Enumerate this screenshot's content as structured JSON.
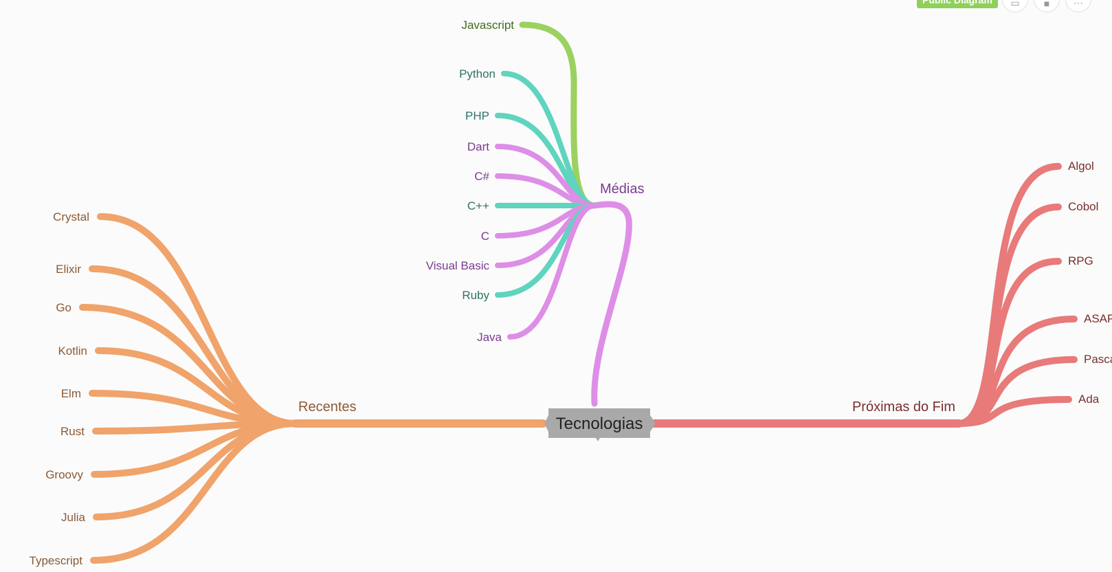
{
  "toolbar": {
    "public_label": "Public Diagram",
    "public_color": "#8fcf5a",
    "icons": [
      "presentation-icon",
      "save-icon",
      "more-icon"
    ]
  },
  "center": {
    "label": "Tecnologias",
    "color": "#a9a9a9"
  },
  "branches": [
    {
      "id": "medias",
      "label": "Médias",
      "label_color": "#7b3a8f",
      "colors": {
        "green": "#9bd160",
        "teal": "#5fd4be",
        "violet": "#dd8ee6"
      },
      "children": [
        {
          "label": "Javascript",
          "tone": "green",
          "text_color": "#3e6b1c"
        },
        {
          "label": "Python",
          "tone": "teal",
          "text_color": "#2e7266"
        },
        {
          "label": "PHP",
          "tone": "teal",
          "text_color": "#2e7266"
        },
        {
          "label": "Dart",
          "tone": "violet",
          "text_color": "#7b3a8f"
        },
        {
          "label": "C#",
          "tone": "violet",
          "text_color": "#7b3a8f"
        },
        {
          "label": "C++",
          "tone": "teal",
          "text_color": "#2e7266"
        },
        {
          "label": "C",
          "tone": "violet",
          "text_color": "#7b3a8f"
        },
        {
          "label": "Visual Basic",
          "tone": "violet",
          "text_color": "#7b3a8f"
        },
        {
          "label": "Ruby",
          "tone": "teal",
          "text_color": "#2e7266"
        },
        {
          "label": "Java",
          "tone": "violet",
          "text_color": "#7b3a8f"
        }
      ]
    },
    {
      "id": "recentes",
      "label": "Recentes",
      "label_color": "#8a5a35",
      "colors": {
        "main": "#f0a36a"
      },
      "children": [
        {
          "label": "Crystal"
        },
        {
          "label": "Elixir"
        },
        {
          "label": "Go"
        },
        {
          "label": "Kotlin"
        },
        {
          "label": "Elm"
        },
        {
          "label": "Rust"
        },
        {
          "label": "Groovy"
        },
        {
          "label": "Julia"
        },
        {
          "label": "Typescript"
        }
      ]
    },
    {
      "id": "proximas",
      "label": "Próximas do Fim",
      "label_color": "#7a2e2e",
      "colors": {
        "main": "#e87a7a"
      },
      "children": [
        {
          "label": "Algol"
        },
        {
          "label": "Cobol"
        },
        {
          "label": "RPG"
        },
        {
          "label": "ASAP"
        },
        {
          "label": "Pascal"
        },
        {
          "label": "Ada"
        }
      ]
    }
  ]
}
